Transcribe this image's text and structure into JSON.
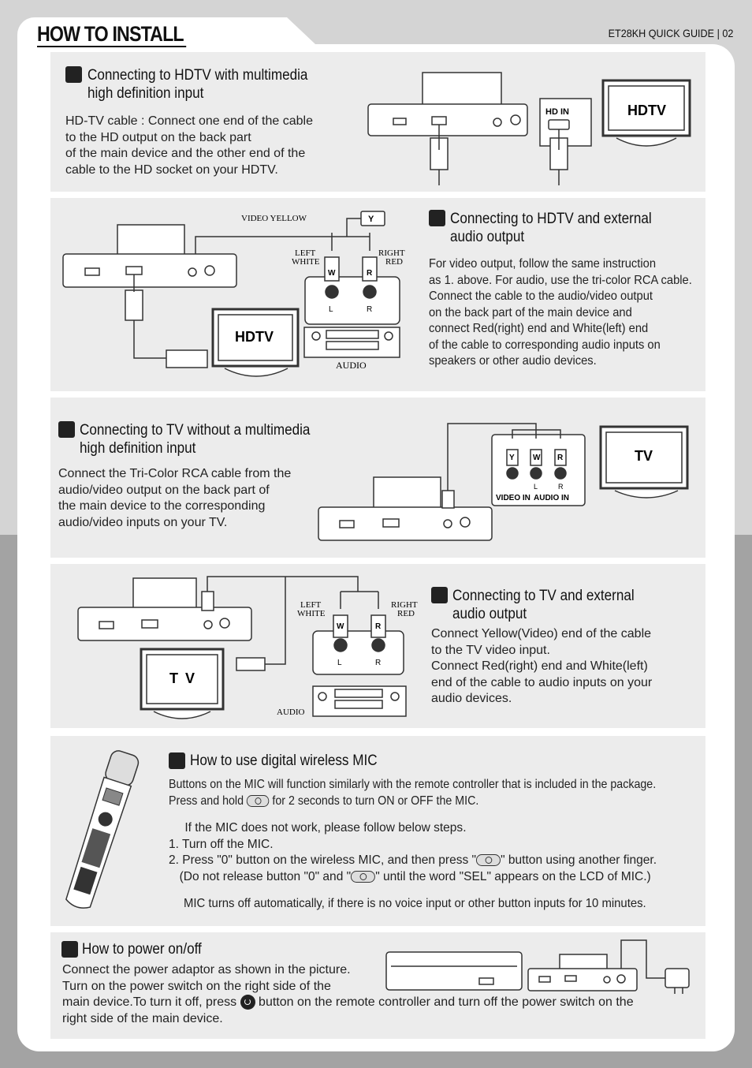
{
  "header": {
    "title": "HOW TO INSTALL",
    "guide": "ET28KH QUICK GUIDE | 02"
  },
  "s1": {
    "heading": [
      "Connecting to HDTV with multimedia",
      "high definition input"
    ],
    "body": [
      "HD-TV cable : Connect one end of the cable",
      "to the HD output on the back part",
      "of the main device and the other end of the",
      "cable to the HD socket on your HDTV."
    ],
    "diagram": {
      "hdin": "HD IN",
      "tv": "HDTV"
    }
  },
  "s2": {
    "heading": [
      "Connecting to HDTV and external",
      "audio output"
    ],
    "body": [
      "For video output, follow the same instruction",
      "as 1. above. For audio, use the tri-color RCA cable.",
      "Connect the cable to the audio/video output",
      "on the back part of the main device and",
      "connect Red(right) end and White(left) end",
      "of the cable to corresponding audio inputs on",
      "speakers or other audio devices."
    ],
    "diagram": {
      "video": "VIDEO YELLOW",
      "y": "Y",
      "left": [
        "LEFT",
        "WHITE"
      ],
      "right": [
        "RIGHT",
        "RED"
      ],
      "w": "W",
      "r": "R",
      "l": "L",
      "rr": "R",
      "tv": "HDTV",
      "audio": "AUDIO"
    }
  },
  "s3": {
    "heading": [
      "Connecting to TV without a multimedia",
      "high definition input"
    ],
    "body": [
      "Connect the Tri-Color RCA cable from the",
      "audio/video output on the back part of",
      "the main device to the corresponding",
      "audio/video inputs on your TV."
    ],
    "diagram": {
      "y": "Y",
      "w": "W",
      "r": "R",
      "l": "L",
      "rr": "R",
      "videoin": "VIDEO IN",
      "audioin": "AUDIO IN",
      "tv": "TV"
    }
  },
  "s4": {
    "heading": [
      "Connecting to TV and external",
      "audio output"
    ],
    "body": [
      "Connect Yellow(Video) end of the cable",
      "to the TV video input.",
      "Connect Red(right) end and White(left)",
      "end of the cable to audio inputs on your",
      "audio devices."
    ],
    "diagram": {
      "left": [
        "LEFT",
        "WHITE"
      ],
      "right": [
        "RIGHT",
        "RED"
      ],
      "w": "W",
      "r": "R",
      "l": "L",
      "rr": "R",
      "tv": "T V",
      "audio": "AUDIO"
    }
  },
  "s5": {
    "heading": "How to use digital wireless MIC",
    "line1": "Buttons on the MIC will function similarly with the remote controller that is included in the package.",
    "line2a": "Press and hold",
    "line2b": "for 2 seconds to turn ON or OFF the MIC.",
    "line3": "If the MIC does not work, please follow below steps.",
    "line4": "1. Turn off the MIC.",
    "line5a": "2. Press \"0\" button on the wireless MIC, and then press \"",
    "line5b": "\" button using another finger.",
    "line6a": "(Do not release button \"0\" and \"",
    "line6b": "\" until the word \"SEL\" appears on the LCD of MIC.)",
    "line7": "MIC turns off automatically, if there is no voice input or other button inputs for 10 minutes."
  },
  "s6": {
    "heading": "How to power on/off",
    "line1": "Connect the power adaptor as shown in the picture.",
    "line2": "Turn on the power switch on the right side of the",
    "line3a": "main device.To turn it off, press",
    "line3b": "button on the remote controller and turn off the power switch on the",
    "line4": "right side of the main device."
  }
}
